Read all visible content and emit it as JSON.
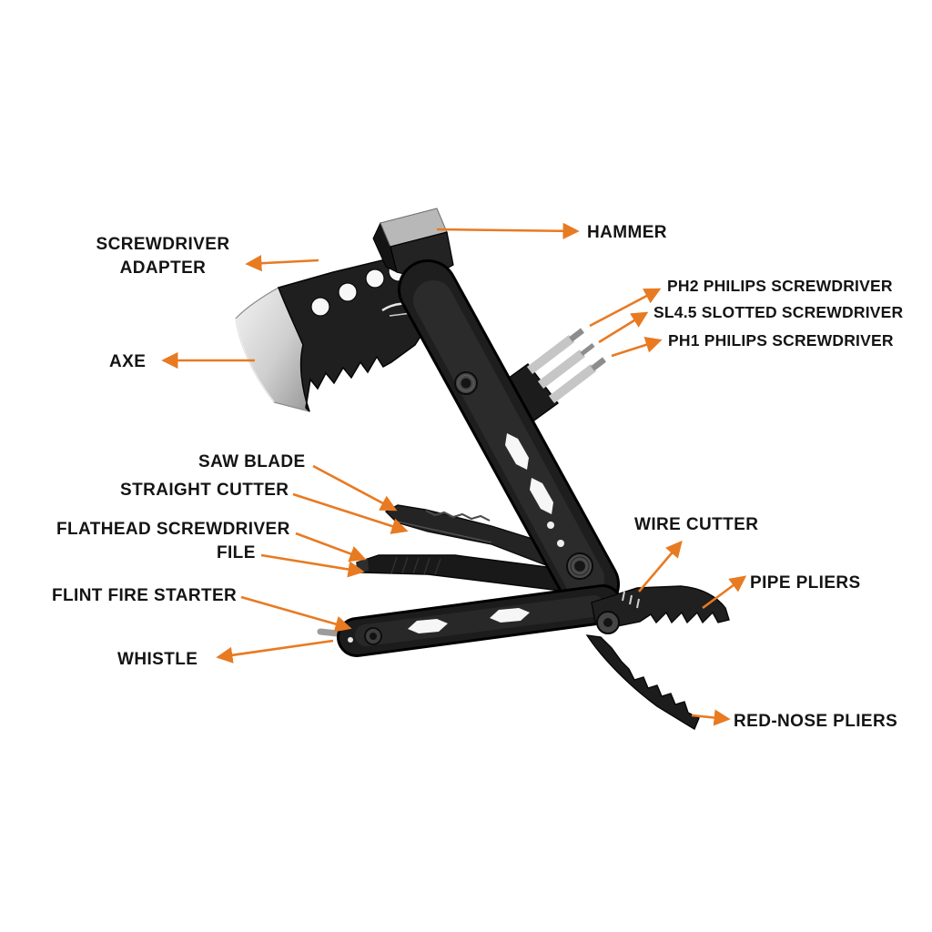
{
  "colors": {
    "accent": "#E87A22",
    "background": "#ffffff",
    "label_text": "#141414",
    "tool_black": "#1e1e1e",
    "tool_silver": "#c9c9c9"
  },
  "diagram": {
    "subject": "multi-tool camping hatchet with labeled parts",
    "labels": [
      {
        "id": "screwdriver-adapter",
        "text": "SCREWDRIVER ADAPTER"
      },
      {
        "id": "hammer",
        "text": "HAMMER"
      },
      {
        "id": "ph2-philips-screwdriver",
        "text": "PH2 PHILIPS SCREWDRIVER"
      },
      {
        "id": "sl45-slotted-screwdriver",
        "text": "SL4.5 SLOTTED SCREWDRIVER"
      },
      {
        "id": "ph1-philips-screwdriver",
        "text": "PH1 PHILIPS SCREWDRIVER"
      },
      {
        "id": "axe",
        "text": "AXE"
      },
      {
        "id": "saw-blade",
        "text": "SAW BLADE"
      },
      {
        "id": "straight-cutter",
        "text": "STRAIGHT CUTTER"
      },
      {
        "id": "flathead-screwdriver",
        "text": "FLATHEAD SCREWDRIVER"
      },
      {
        "id": "file",
        "text": "FILE"
      },
      {
        "id": "flint-fire-starter",
        "text": "FLINT FIRE STARTER"
      },
      {
        "id": "whistle",
        "text": "WHISTLE"
      },
      {
        "id": "wire-cutter",
        "text": "WIRE CUTTER"
      },
      {
        "id": "pipe-pliers",
        "text": "PIPE PLIERS"
      },
      {
        "id": "red-nose-pliers",
        "text": "RED-NOSE PLIERS"
      }
    ]
  }
}
